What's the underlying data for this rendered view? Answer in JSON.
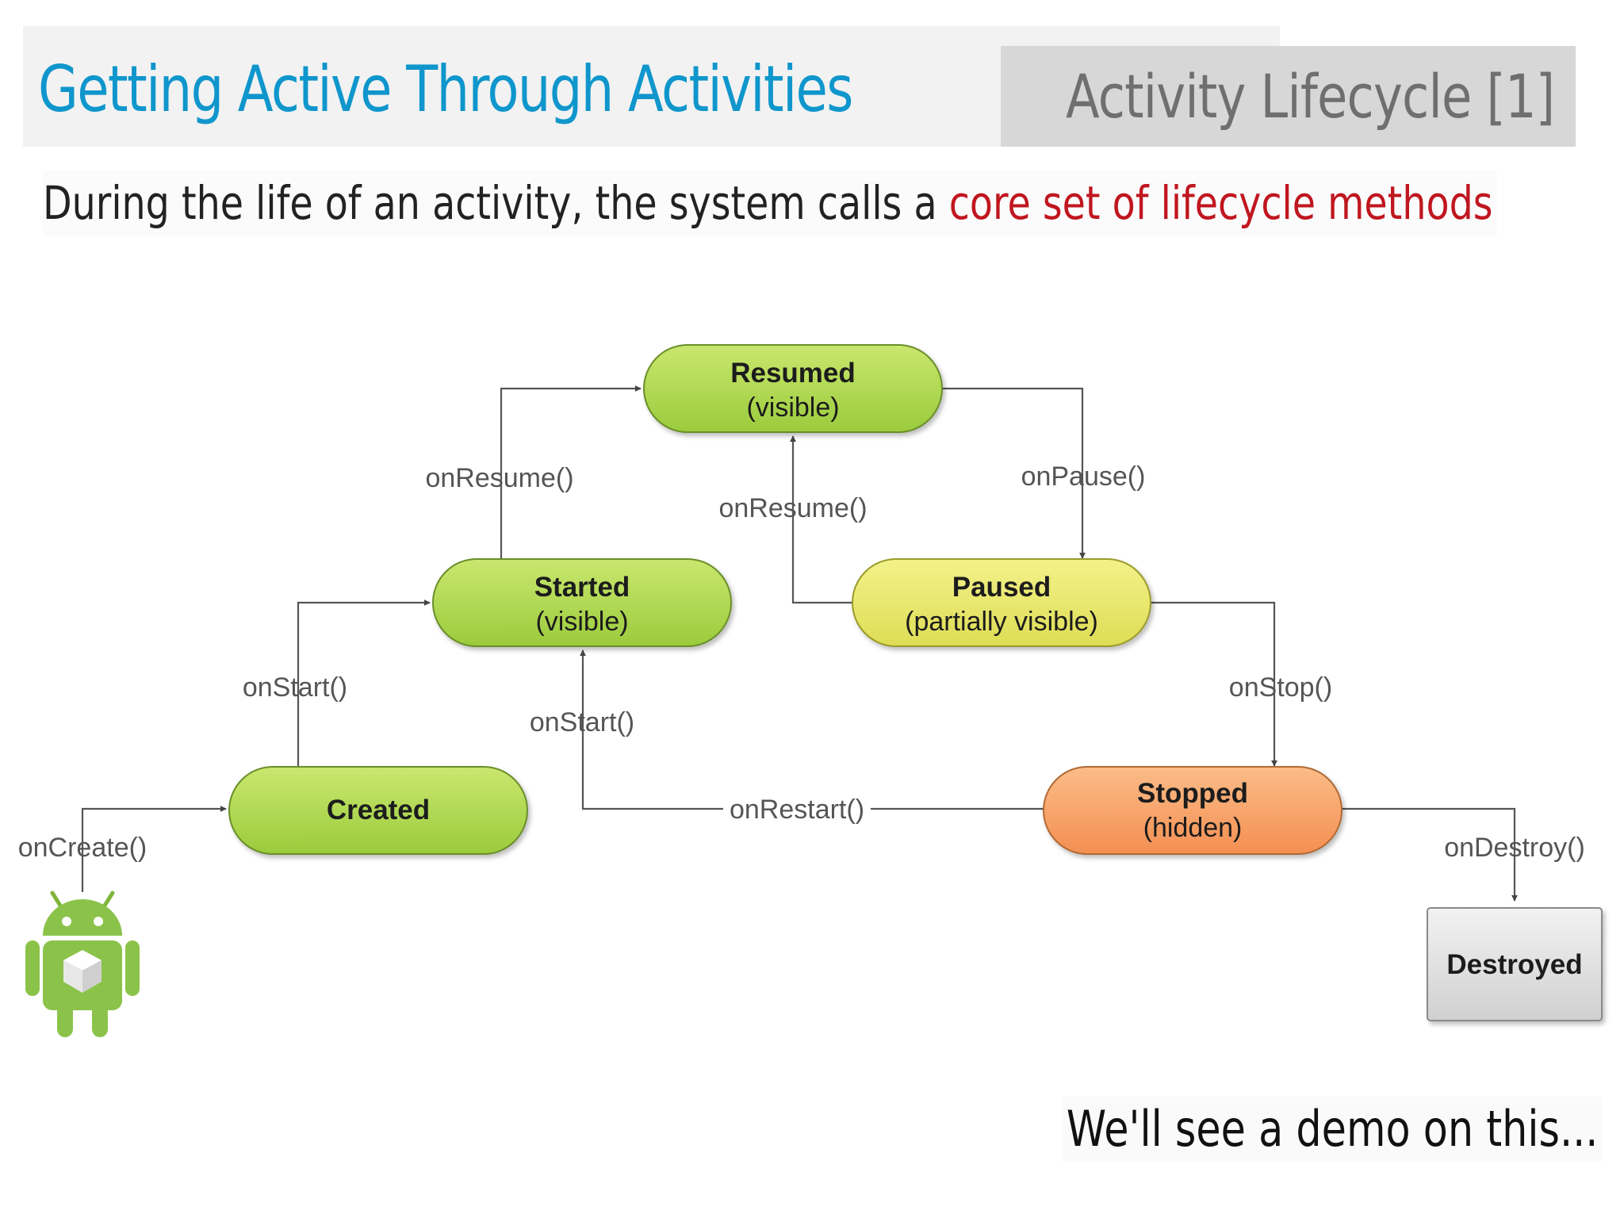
{
  "header": {
    "title": "Getting Active Through Activities",
    "section": "Activity Lifecycle [1]"
  },
  "subtitle": {
    "prefix": "During the life of an activity, the system calls a ",
    "highlight": "core set of lifecycle methods"
  },
  "footer_note": "We'll see a demo on this...",
  "colors": {
    "title_blue": "#0f96cc",
    "highlight_red": "#c0161f",
    "state_green": "#a9d44a",
    "state_yellow": "#e9e86a",
    "state_orange": "#f7a26a",
    "destroyed_gray": "#d9d9d9",
    "android_green": "#8bc34a"
  },
  "diagram": {
    "states": {
      "resumed": {
        "title": "Resumed",
        "sub": "(visible)"
      },
      "started": {
        "title": "Started",
        "sub": "(visible)"
      },
      "paused": {
        "title": "Paused",
        "sub": "(partially visible)"
      },
      "created": {
        "title": "Created",
        "sub": ""
      },
      "stopped": {
        "title": "Stopped",
        "sub": "(hidden)"
      },
      "destroyed": {
        "title": "Destroyed",
        "sub": ""
      }
    },
    "transitions": {
      "on_create": "onCreate()",
      "on_start_created": "onStart()",
      "on_resume_started": "onResume()",
      "on_pause": "onPause()",
      "on_resume_paused": "onResume()",
      "on_stop": "onStop()",
      "on_start_restart": "onStart()",
      "on_restart": "onRestart()",
      "on_destroy": "onDestroy()"
    },
    "start_icon": "android-robot-icon"
  }
}
